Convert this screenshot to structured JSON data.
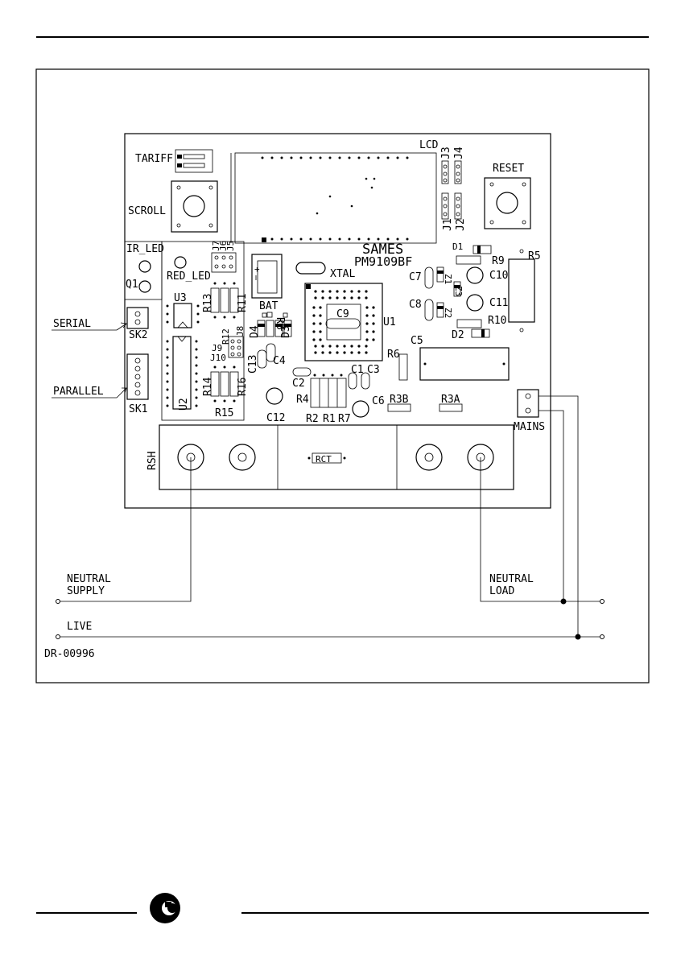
{
  "labels": {
    "lcd": "LCD",
    "tariff": "TARIFF",
    "scroll": "SCROLL",
    "reset": "RESET",
    "ir_led": "IR_LED",
    "red_led": "RED_LED",
    "q1": "Q1",
    "u3": "U3",
    "u2": "U2",
    "u1": "U1",
    "serial": "SERIAL",
    "parallel": "PARALLEL",
    "sk2": "SK2",
    "sk1": "SK1",
    "sames": "SAMES",
    "pm": "PM9109BF",
    "xtal": "XTAL",
    "bat": "BAT",
    "c9": "C9",
    "c7": "C7",
    "c8": "C8",
    "c10": "C10",
    "c11": "C11",
    "c5": "C5",
    "c4": "C4",
    "c2": "C2",
    "c1": "C1",
    "c3": "C3",
    "c6": "C6",
    "c12": "C12",
    "c13": "C13",
    "d1": "D1",
    "d2": "D2",
    "d3": "D3",
    "d4": "D4",
    "r1": "R1",
    "r2": "R2",
    "r3a": "R3A",
    "r3b": "R3B",
    "r4": "R4",
    "r5": "R5",
    "r6": "R6",
    "r7": "R7",
    "r8": "R8",
    "r9": "R9",
    "r10": "R10",
    "r11": "R11",
    "r12": "R12",
    "r13": "R13",
    "r14": "R14",
    "r15": "R15",
    "r16": "R16",
    "j1": "J1",
    "j2": "J2",
    "j3": "J3",
    "j4": "J4",
    "j5": "J5",
    "j6": "J6",
    "j7": "J7",
    "j8": "J8",
    "j9": "J9",
    "j10": "J10",
    "z1": "Z1",
    "z2": "Z2",
    "z3": "Z3",
    "rsh": "RSH",
    "rct": "RCT",
    "mains": "MAINS",
    "neutral_supply_1": "NEUTRAL",
    "neutral_supply_2": "SUPPLY",
    "neutral_load_1": "NEUTRAL",
    "neutral_load_2": "LOAD",
    "live": "LIVE",
    "drawing_number": "DR-00996"
  }
}
